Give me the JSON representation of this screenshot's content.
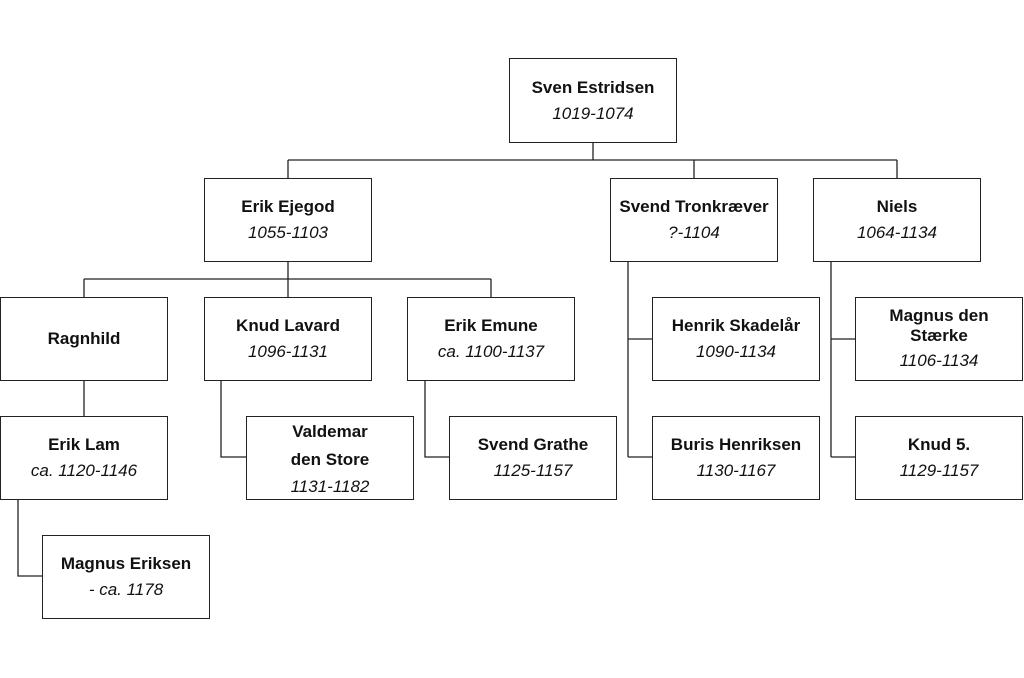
{
  "people": {
    "sven": {
      "name": "Sven Estridsen",
      "dates": "1019-1074"
    },
    "erik_ejegod": {
      "name": "Erik Ejegod",
      "dates": "1055-1103"
    },
    "svend_tronkraever": {
      "name": "Svend Tronkræver",
      "dates": "?-1104"
    },
    "niels": {
      "name": "Niels",
      "dates": "1064-1134"
    },
    "ragnhild": {
      "name": "Ragnhild",
      "dates": ""
    },
    "knud_lavard": {
      "name": "Knud Lavard",
      "dates": "1096-1131"
    },
    "erik_emune": {
      "name": "Erik Emune",
      "dates": "ca. 1100-1137"
    },
    "henrik_skadelaar": {
      "name": "Henrik Skadelår",
      "dates": "1090-1134"
    },
    "magnus_den_staerke": {
      "name": "Magnus den Stærke",
      "dates": "1106-1134"
    },
    "erik_lam": {
      "name": "Erik Lam",
      "dates": "ca. 1120-1146"
    },
    "valdemar": {
      "name": "Valdemar den Store",
      "dates": "1131-1182"
    },
    "svend_grathe": {
      "name": "Svend Grathe",
      "dates": "1125-1157"
    },
    "buris": {
      "name": "Buris Henriksen",
      "dates": "1130-1167"
    },
    "knud5": {
      "name": "Knud 5.",
      "dates": "1129-1157"
    },
    "magnus_eriksen": {
      "name": "Magnus Eriksen",
      "dates": "- ca. 1178"
    }
  }
}
